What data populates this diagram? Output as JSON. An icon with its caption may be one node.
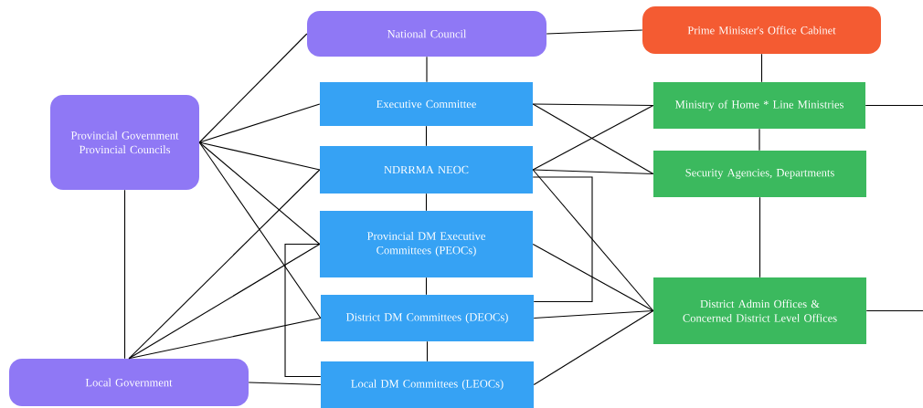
{
  "diagram": {
    "nodes": [
      {
        "text": [
          "National Council"
        ]
      },
      {
        "text": [
          "Prime Minister's Office Cabinet"
        ]
      },
      {
        "text": [
          "Provincial Government Provincial Councils"
        ]
      },
      {
        "text": [
          "Executive Committee"
        ]
      },
      {
        "text": [
          "Ministry of Home * Line Ministries"
        ]
      },
      {
        "text": [
          "NDRRMA NEOC"
        ]
      },
      {
        "text": [
          "Security Agencies, Departments"
        ]
      },
      {
        "text": [
          "Provincial DM Executive Committees (PEOCs)"
        ]
      },
      {
        "text": [
          "District DM Committees (DEOCs)"
        ]
      },
      {
        "text": [
          "District Admin Offices & Concerned District Level Offices"
        ]
      },
      {
        "text": [
          "Local Government"
        ]
      },
      {
        "text": [
          "Local DM Committees (LEOCs)"
        ]
      }
    ],
    "edges": [
      {
        "from": 0,
        "to": 1,
        "arrow": "none"
      },
      {
        "from": 0,
        "to": 3,
        "arrow": "none"
      },
      {
        "from": 3,
        "to": 5,
        "arrow": "none"
      },
      {
        "from": 5,
        "to": 7,
        "arrow": "none"
      },
      {
        "from": 7,
        "to": 8,
        "arrow": "none"
      },
      {
        "from": 8,
        "to": 11,
        "arrow": "none"
      },
      {
        "from": 1,
        "to": 4,
        "arrow": "none"
      },
      {
        "from": 4,
        "to": 6,
        "arrow": "none"
      },
      {
        "from": 6,
        "to": 9,
        "arrow": "none"
      },
      {
        "from": 4,
        "to": null,
        "arrow": "none"
      },
      {
        "from": 9,
        "to": null,
        "arrow": "none"
      },
      {
        "from": 2,
        "to": 0,
        "arrow": "none"
      },
      {
        "from": 2,
        "to": 3,
        "arrow": "none"
      },
      {
        "from": 2,
        "to": 5,
        "arrow": "none"
      },
      {
        "from": 2,
        "to": 7,
        "arrow": "none"
      },
      {
        "from": 2,
        "to": 8,
        "arrow": "none"
      },
      {
        "from": 2,
        "to": 10,
        "arrow": "none"
      },
      {
        "from": 10,
        "to": 5,
        "arrow": "none"
      },
      {
        "from": 10,
        "to": 7,
        "arrow": "none"
      },
      {
        "from": 10,
        "to": 8,
        "arrow": "none"
      },
      {
        "from": 10,
        "to": 11,
        "arrow": "none"
      },
      {
        "from": 7,
        "to": 11,
        "arrow": "none"
      },
      {
        "from": 3,
        "to": 4,
        "arrow": "none"
      },
      {
        "from": 3,
        "to": 6,
        "arrow": "none"
      },
      {
        "from": 5,
        "to": 4,
        "arrow": "none"
      },
      {
        "from": 5,
        "to": 6,
        "arrow": "none"
      },
      {
        "from": 5,
        "to": 9,
        "arrow": "none"
      },
      {
        "from": 5,
        "to": 8,
        "arrow": "none"
      },
      {
        "from": 7,
        "to": 9,
        "arrow": "none"
      },
      {
        "from": 8,
        "to": 9,
        "arrow": "none"
      },
      {
        "from": 11,
        "to": 9,
        "arrow": "none"
      }
    ]
  }
}
